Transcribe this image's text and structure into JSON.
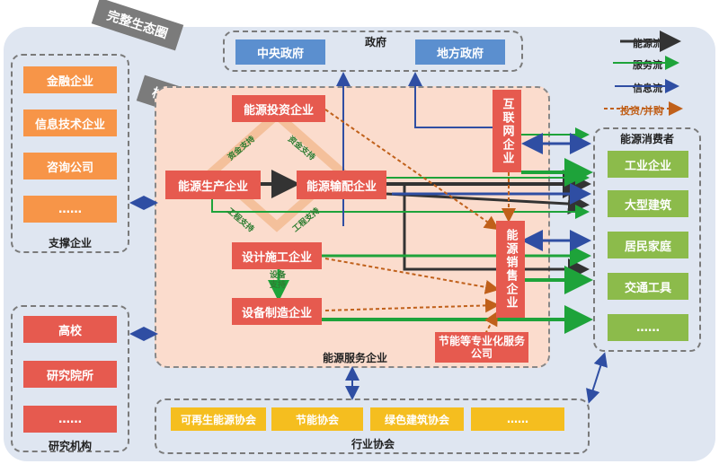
{
  "banners": {
    "complete": "完整生态圈",
    "core": "核心生态圈"
  },
  "government": {
    "title": "政府",
    "central": "中央政府",
    "local": "地方政府"
  },
  "support": {
    "title": "支撑企业",
    "items": [
      "金融企业",
      "信息技术企业",
      "咨询公司",
      "……"
    ]
  },
  "research": {
    "title": "研究机构",
    "items": [
      "高校",
      "研究院所",
      "……"
    ]
  },
  "consumers": {
    "title": "能源消费者",
    "items": [
      "工业企业",
      "大型建筑",
      "居民家庭",
      "交通工具",
      "……"
    ]
  },
  "associations": {
    "title": "行业协会",
    "items": [
      "可再生能源协会",
      "节能协会",
      "绿色建筑协会",
      "……"
    ]
  },
  "services": {
    "title": "能源服务企业",
    "investment": "能源投资企业",
    "production": "能源生产企业",
    "distribution": "能源输配企业",
    "design": "设计施工企业",
    "equipment": "设备制造企业",
    "internet": "互联网企业",
    "sales": "能源销售企业",
    "saving": "节能等专业化服务公司"
  },
  "flow_labels": {
    "fund1": "资金支持",
    "fund2": "资金支持",
    "eng1": "工程支持",
    "eng2": "工程支持",
    "equip": "设备支持"
  },
  "legend": [
    {
      "label": "能源流",
      "color": "#333333"
    },
    {
      "label": "服务流",
      "color": "#1ea33a"
    },
    {
      "label": "信息流",
      "color": "#2f4ea3"
    },
    {
      "label": "投资/并购",
      "color": "#c0601a"
    }
  ]
}
